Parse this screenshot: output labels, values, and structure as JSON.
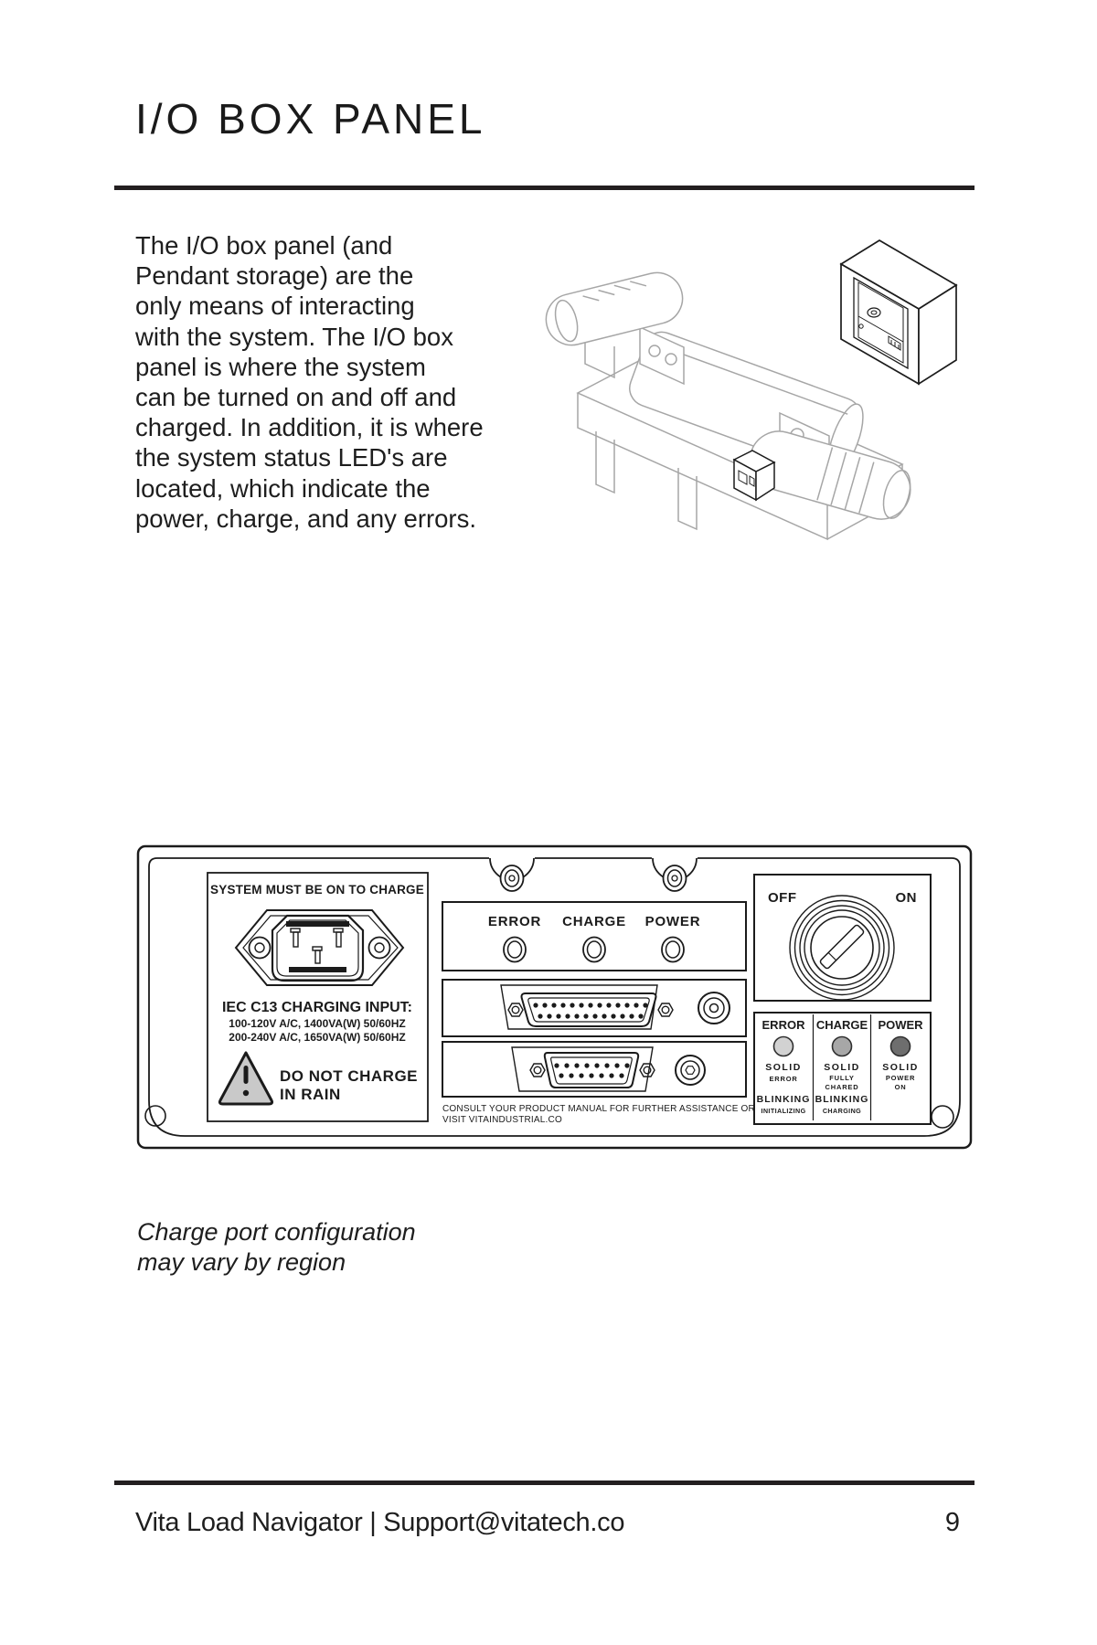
{
  "header": {
    "title": "I/O BOX PANEL"
  },
  "intro": {
    "text": "The I/O box panel (and\nPendant storage) are the\nonly means of interacting\nwith the system. The I/O box\npanel is where the system\ncan be turned on and off and\ncharged. In addition, it is where\nthe system status LED's are\nlocated, which indicate the\npower, charge, and any errors."
  },
  "panel": {
    "charge": {
      "header": "SYSTEM MUST BE ON TO CHARGE",
      "input_title": "IEC C13 CHARGING INPUT:",
      "input_line1": "100-120V A/C, 1400VA(W) 50/60HZ",
      "input_line2": "200-240V A/C, 1650VA(W) 50/60HZ",
      "warning_line1": "DO NOT CHARGE",
      "warning_line2": "IN RAIN"
    },
    "leds": {
      "error": "ERROR",
      "charge": "CHARGE",
      "power": "POWER"
    },
    "switch": {
      "off": "OFF",
      "on": "ON"
    },
    "legend": {
      "columns": [
        {
          "label": "ERROR",
          "led_color": "#d2d2d2",
          "solid": "SOLID",
          "solid_sub": [
            "ERROR"
          ],
          "blinking": "BLINKING",
          "blinking_sub": [
            "INITIALIZING"
          ]
        },
        {
          "label": "CHARGE",
          "led_color": "#a7a7a7",
          "solid": "SOLID",
          "solid_sub": [
            "FULLY",
            "CHARED"
          ],
          "blinking": "BLINKING",
          "blinking_sub": [
            "CHARGING"
          ]
        },
        {
          "label": "POWER",
          "led_color": "#6e6e6e",
          "solid": "SOLID",
          "solid_sub": [
            "POWER",
            "ON"
          ],
          "blinking": "",
          "blinking_sub": []
        }
      ]
    },
    "footnote_line1": "CONSULT YOUR PRODUCT MANUAL FOR FURTHER ASSISTANCE OR",
    "footnote_line2": "VISIT VITAINDUSTRIAL.CO"
  },
  "caption": {
    "text": "Charge port configuration\nmay vary by region"
  },
  "footer": {
    "left": "Vita Load Navigator | Support@vitatech.co",
    "page": "9"
  },
  "colors": {
    "ink": "#1b1b1b",
    "rule": "#231f20",
    "line_art_gray": "#a6a6a6",
    "warning_fill": "#c9c9c9"
  },
  "icons": {
    "warning": "warning-triangle-icon",
    "power_inlet": "iec-c14-inlet-icon",
    "key_switch": "key-switch-icon",
    "mounting_screw": "mounting-screw-icon",
    "db25": "db25-connector-icon",
    "db15": "db15-connector-icon",
    "aux_jack": "circular-jack-icon",
    "corner_hole": "corner-hole-icon"
  }
}
